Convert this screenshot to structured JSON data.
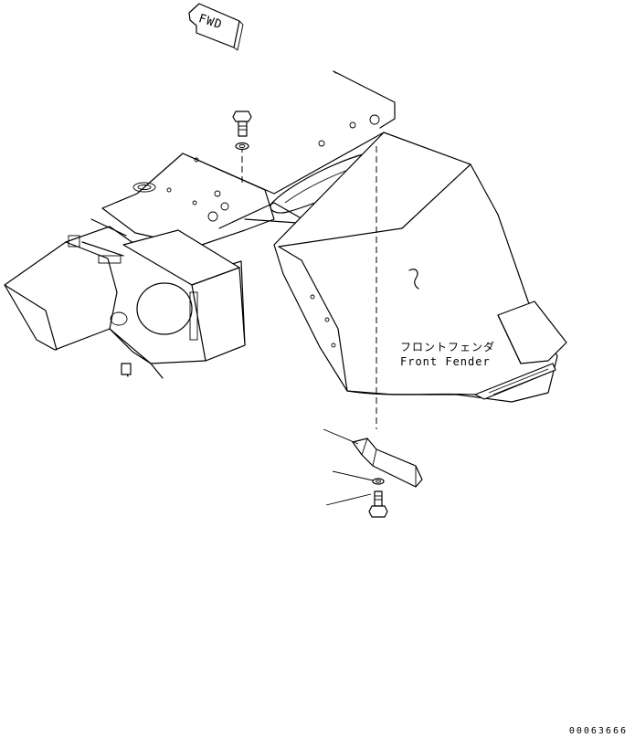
{
  "direction_arrow": {
    "text": "FWD",
    "icon": "forward-arrow-icon"
  },
  "callouts": {
    "front_fender_jp": "フロントフェンダ",
    "front_fender_en": "Front Fender"
  },
  "drawing_number": "00063666",
  "parts": [
    "bolt-icon",
    "washer-icon",
    "bracket-icon"
  ]
}
